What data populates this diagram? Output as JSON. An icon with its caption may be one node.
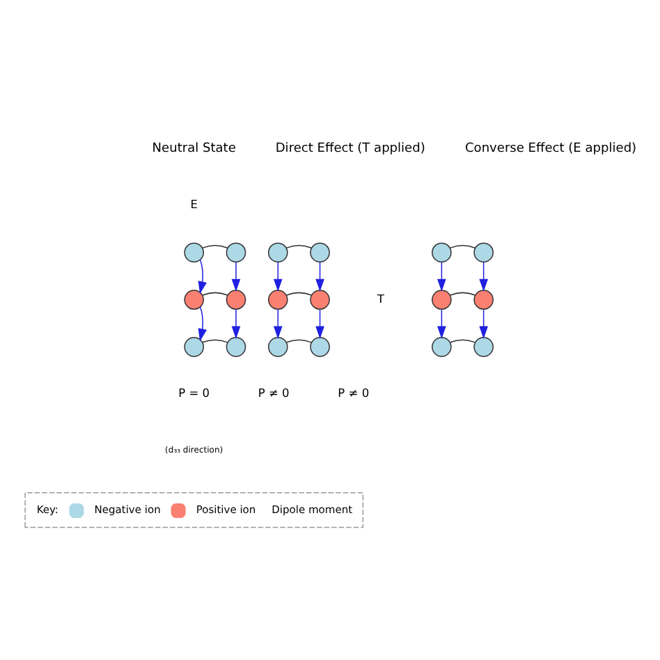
{
  "diagram": {
    "nodes": [
      {
        "text": [],
        "shape": "circle"
      },
      {
        "text": [],
        "shape": "circle"
      },
      {
        "text": [],
        "shape": "circle"
      },
      {
        "text": [],
        "shape": "circle"
      },
      {
        "text": [],
        "shape": "circle"
      },
      {
        "text": [],
        "shape": "circle"
      },
      {
        "text": [],
        "shape": "circle"
      },
      {
        "text": [],
        "shape": "circle"
      },
      {
        "text": [],
        "shape": "circle"
      },
      {
        "text": [],
        "shape": "circle"
      },
      {
        "text": [],
        "shape": "circle"
      },
      {
        "text": [],
        "shape": "circle"
      },
      {
        "text": [],
        "shape": "circle"
      },
      {
        "text": [],
        "shape": "circle"
      },
      {
        "text": [],
        "shape": "circle"
      },
      {
        "text": [],
        "shape": "circle"
      },
      {
        "text": [],
        "shape": "circle"
      },
      {
        "text": [],
        "shape": "circle"
      }
    ],
    "edges": [
      {
        "from": 0,
        "to": 1,
        "arrow": "none",
        "color": "#333333"
      },
      {
        "from": 2,
        "to": 3,
        "arrow": "none",
        "color": "#333333"
      },
      {
        "from": 4,
        "to": 5,
        "arrow": "none",
        "color": "#333333"
      },
      {
        "from": 0,
        "to": 2,
        "arrow": "to"
      },
      {
        "from": 1,
        "to": 3,
        "arrow": "to"
      },
      {
        "from": 2,
        "to": 4,
        "arrow": "to"
      },
      {
        "from": 3,
        "to": 5,
        "arrow": "to"
      },
      {
        "from": 6,
        "to": 7,
        "arrow": "none",
        "color": "#333333"
      },
      {
        "from": 8,
        "to": 9,
        "arrow": "none",
        "color": "#333333"
      },
      {
        "from": 10,
        "to": 11,
        "arrow": "none",
        "color": "#333333"
      },
      {
        "from": 6,
        "to": 8,
        "arrow": "to"
      },
      {
        "from": 7,
        "to": 9,
        "arrow": "to"
      },
      {
        "from": 8,
        "to": 10,
        "arrow": "to"
      },
      {
        "from": 9,
        "to": 11,
        "arrow": "to"
      },
      {
        "from": 12,
        "to": 13,
        "arrow": "none",
        "color": "#333333"
      },
      {
        "from": 14,
        "to": 15,
        "arrow": "none",
        "color": "#333333"
      },
      {
        "from": 16,
        "to": 17,
        "arrow": "none",
        "color": "#333333"
      },
      {
        "from": 12,
        "to": 14,
        "arrow": "to"
      },
      {
        "from": 13,
        "to": 15,
        "arrow": "to"
      },
      {
        "from": 14,
        "to": 16,
        "arrow": "to"
      },
      {
        "from": 15,
        "to": 17,
        "arrow": "to"
      }
    ],
    "labels": [
      "E",
      "Neutral State",
      "Direct Effect (T applied)",
      "Converse Effect (E applied)",
      "T",
      "P = 0",
      "P ≠ 0",
      "(d₃₃ direction)",
      "P ≠ 0",
      "Key:"
    ],
    "legend": [
      {
        "text": "Negative ion",
        "color": "#add8e6"
      },
      {
        "text": "Positive ion",
        "color": "#fa8072"
      },
      {
        "text": "Dipole moment"
      }
    ]
  }
}
